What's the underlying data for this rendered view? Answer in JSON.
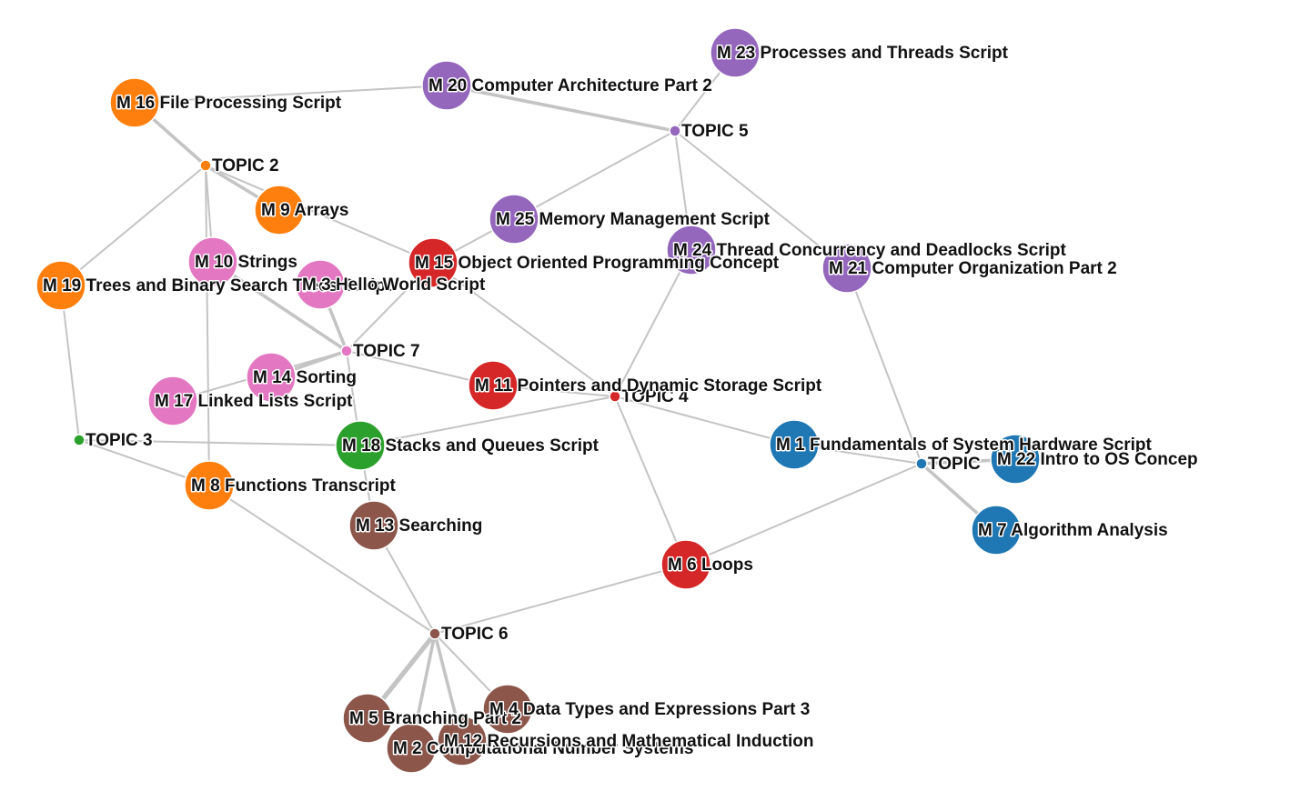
{
  "colors": {
    "topic1": "#1f77b4",
    "topic2": "#ff7f0e",
    "topic3": "#2ca02c",
    "topic4": "#d62728",
    "topic5": "#9467bd",
    "topic6": "#8c564b",
    "topic7": "#e377c2",
    "edge": "#c4c4c4"
  },
  "nodes": [
    {
      "id": "T1",
      "label": "TOPIC",
      "kind": "topic",
      "group": "topic1"
    },
    {
      "id": "T2",
      "label": "TOPIC 2",
      "kind": "topic",
      "group": "topic2"
    },
    {
      "id": "T3",
      "label": "TOPIC 3",
      "kind": "topic",
      "group": "topic3"
    },
    {
      "id": "T4",
      "label": "TOPIC 4",
      "kind": "topic",
      "group": "topic4"
    },
    {
      "id": "T5",
      "label": "TOPIC 5",
      "kind": "topic",
      "group": "topic5"
    },
    {
      "id": "T6",
      "label": "TOPIC 6",
      "kind": "topic",
      "group": "topic6"
    },
    {
      "id": "T7",
      "label": "TOPIC 7",
      "kind": "topic",
      "group": "topic7"
    },
    {
      "id": "M1",
      "label": "M 1 Fundamentals of System Hardware Script",
      "kind": "module",
      "group": "topic1"
    },
    {
      "id": "M22",
      "label": "M 22 Intro to OS Concep",
      "kind": "module",
      "group": "topic1"
    },
    {
      "id": "M7",
      "label": "M 7 Algorithm Analysis",
      "kind": "module",
      "group": "topic1"
    },
    {
      "id": "M16",
      "label": "M 16 File Processing Script",
      "kind": "module",
      "group": "topic2"
    },
    {
      "id": "M9",
      "label": "M 9 Arrays",
      "kind": "module",
      "group": "topic2"
    },
    {
      "id": "M19",
      "label": "M 19 Trees and Binary Search Trees Script",
      "kind": "module",
      "group": "topic2"
    },
    {
      "id": "M8",
      "label": "M 8 Functions Transcript",
      "kind": "module",
      "group": "topic2"
    },
    {
      "id": "M18",
      "label": "M 18 Stacks and Queues Script",
      "kind": "module",
      "group": "topic3"
    },
    {
      "id": "M15",
      "label": "M 15 Object Oriented Programming Concept",
      "kind": "module",
      "group": "topic4"
    },
    {
      "id": "M11",
      "label": "M 11 Pointers and Dynamic Storage Script",
      "kind": "module",
      "group": "topic4"
    },
    {
      "id": "M6",
      "label": "M 6 Loops",
      "kind": "module",
      "group": "topic4"
    },
    {
      "id": "M23",
      "label": "M 23 Processes and Threads Script",
      "kind": "module",
      "group": "topic5"
    },
    {
      "id": "M20",
      "label": "M 20 Computer Architecture Part 2",
      "kind": "module",
      "group": "topic5"
    },
    {
      "id": "M25",
      "label": "M 25 Memory Management Script",
      "kind": "module",
      "group": "topic5"
    },
    {
      "id": "M24",
      "label": "M 24 Thread Concurrency and Deadlocks Script",
      "kind": "module",
      "group": "topic5"
    },
    {
      "id": "M21",
      "label": "M 21 Computer Organization Part 2",
      "kind": "module",
      "group": "topic5"
    },
    {
      "id": "M13",
      "label": "M 13 Searching",
      "kind": "module",
      "group": "topic6"
    },
    {
      "id": "M5",
      "label": "M 5 Branching Part 2",
      "kind": "module",
      "group": "topic6"
    },
    {
      "id": "M4",
      "label": "M 4 Data Types and Expressions Part 3",
      "kind": "module",
      "group": "topic6"
    },
    {
      "id": "M2",
      "label": "M 2 Computational Number Systems",
      "kind": "module",
      "group": "topic6"
    },
    {
      "id": "M12",
      "label": "M 12 Recursions and Mathematical Induction",
      "kind": "module",
      "group": "topic6"
    },
    {
      "id": "M10",
      "label": "M 10 Strings",
      "kind": "module",
      "group": "topic7"
    },
    {
      "id": "M3",
      "label": "M 3 Hello World Script",
      "kind": "module",
      "group": "topic7"
    },
    {
      "id": "M14",
      "label": "M 14 Sorting",
      "kind": "module",
      "group": "topic7"
    },
    {
      "id": "M17",
      "label": "M 17 Linked Lists Script",
      "kind": "module",
      "group": "topic7"
    }
  ],
  "edges": [
    {
      "source": "M16",
      "target": "T2",
      "weight": 2
    },
    {
      "source": "M9",
      "target": "T2",
      "weight": 2
    },
    {
      "source": "M19",
      "target": "T2",
      "weight": 1
    },
    {
      "source": "M10",
      "target": "T2",
      "weight": 1
    },
    {
      "source": "M8",
      "target": "T2",
      "weight": 1
    },
    {
      "source": "M15",
      "target": "T2",
      "weight": 1
    },
    {
      "source": "M16",
      "target": "M20",
      "weight": 1
    },
    {
      "source": "M20",
      "target": "T5",
      "weight": 2
    },
    {
      "source": "M23",
      "target": "T5",
      "weight": 1
    },
    {
      "source": "M25",
      "target": "T5",
      "weight": 1
    },
    {
      "source": "M24",
      "target": "T5",
      "weight": 1
    },
    {
      "source": "M21",
      "target": "T5",
      "weight": 1
    },
    {
      "source": "M15",
      "target": "M25",
      "weight": 1
    },
    {
      "source": "M15",
      "target": "T4",
      "weight": 1
    },
    {
      "source": "M11",
      "target": "T4",
      "weight": 1
    },
    {
      "source": "M6",
      "target": "T4",
      "weight": 1
    },
    {
      "source": "M24",
      "target": "T4",
      "weight": 1
    },
    {
      "source": "M18",
      "target": "T4",
      "weight": 1
    },
    {
      "source": "M1",
      "target": "T4",
      "weight": 1
    },
    {
      "source": "M10",
      "target": "T7",
      "weight": 2
    },
    {
      "source": "M3",
      "target": "T7",
      "weight": 2
    },
    {
      "source": "M14",
      "target": "T7",
      "weight": 2
    },
    {
      "source": "M17",
      "target": "T7",
      "weight": 1
    },
    {
      "source": "M18",
      "target": "T7",
      "weight": 1
    },
    {
      "source": "M11",
      "target": "T7",
      "weight": 1
    },
    {
      "source": "M15",
      "target": "T7",
      "weight": 1
    },
    {
      "source": "M19",
      "target": "T3",
      "weight": 1
    },
    {
      "source": "M18",
      "target": "T3",
      "weight": 1
    },
    {
      "source": "M8",
      "target": "T3",
      "weight": 1
    },
    {
      "source": "M1",
      "target": "T1",
      "weight": 1
    },
    {
      "source": "M22",
      "target": "T1",
      "weight": 2
    },
    {
      "source": "M7",
      "target": "T1",
      "weight": 2
    },
    {
      "source": "M21",
      "target": "T1",
      "weight": 1
    },
    {
      "source": "M6",
      "target": "T1",
      "weight": 1
    },
    {
      "source": "M8",
      "target": "T6",
      "weight": 1
    },
    {
      "source": "M13",
      "target": "T6",
      "weight": 1
    },
    {
      "source": "M6",
      "target": "T6",
      "weight": 1
    },
    {
      "source": "M5",
      "target": "T6",
      "weight": 3
    },
    {
      "source": "M2",
      "target": "T6",
      "weight": 2
    },
    {
      "source": "M12",
      "target": "T6",
      "weight": 2
    },
    {
      "source": "M4",
      "target": "T6",
      "weight": 1
    },
    {
      "source": "M18",
      "target": "M13",
      "weight": 1
    }
  ]
}
